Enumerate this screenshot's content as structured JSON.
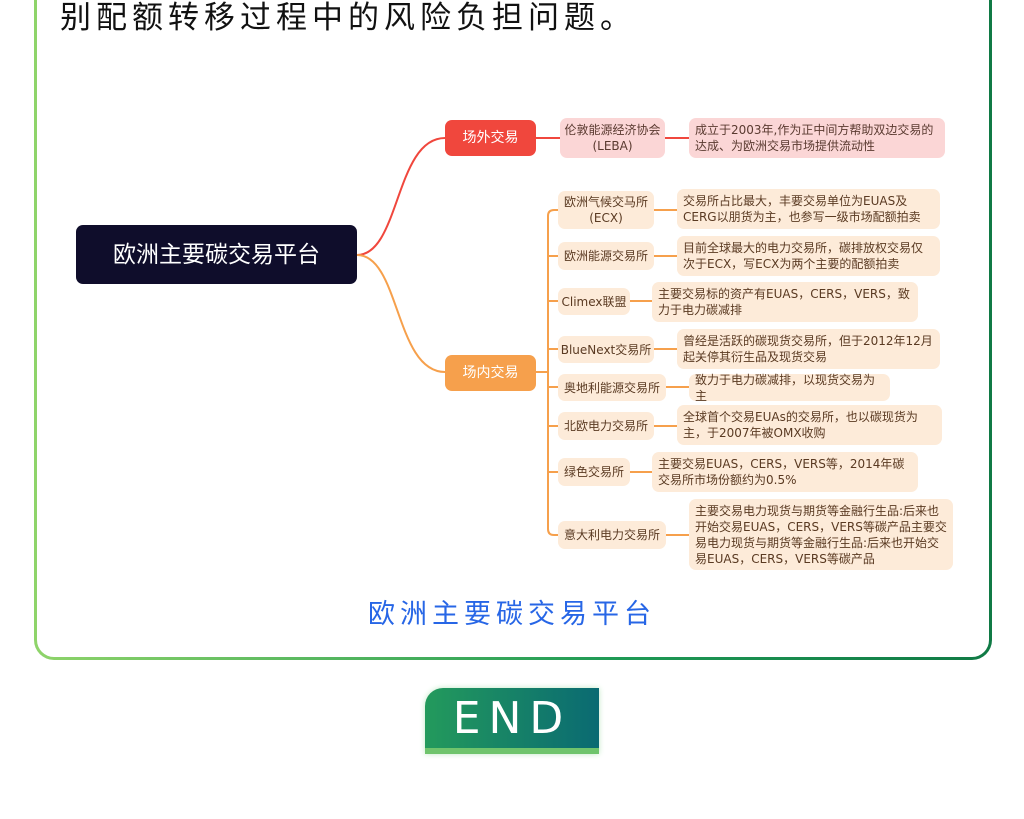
{
  "intro_text": "别配额转移过程中的风险负担问题。",
  "root": "欧洲主要碳交易平台",
  "otc": {
    "label": "场外交易",
    "items": [
      {
        "name": "伦敦能源经济协会\n(LEBA)",
        "desc": "成立于2003年,作为正中间方帮助双边交易的达成、为欧洲交易市场提供流动性"
      }
    ]
  },
  "exchange": {
    "label": "场内交易",
    "items": [
      {
        "name": "欧洲气候交马所\n(ECX)",
        "desc": "交易所占比最大，丰要交易单位为EUAS及CERG以朋货为主，也参写一级市场配额拍卖"
      },
      {
        "name": "欧洲能源交易所",
        "desc": "目前全球最大的电力交易所，碳排放权交易仅次于ECX，写ECX为两个主要的配额拍卖"
      },
      {
        "name": "Climex联盟",
        "desc": "主要交易标的资产有EUAS，CERS，VERS，致力于电力碳减排"
      },
      {
        "name": "BlueNext交易所",
        "desc": "曾经是活跃的碳现货交易所，但于2012年12月起关停其衍生品及现货交易"
      },
      {
        "name": "奥地利能源交易所",
        "desc": "致力于电力碳减排，以现货交易为主"
      },
      {
        "name": "北欧电力交易所",
        "desc": "全球首个交易EUAs的交易所，也以碳现货为主，于2007年被OMX收购"
      },
      {
        "name": "绿色交易所",
        "desc": "主要交易EUAS，CERS，VERS等，2014年碳交易所市场份额约为0.5%"
      },
      {
        "name": "意大利电力交易所",
        "desc": "主要交易电力现货与期货等金融行生品:后来也开始交易EUAS，CERS，VERS等碳产品主要交易电力现货与期货等金融行生品:后来也开始交易EUAS，CERS，VERS等碳产品"
      }
    ]
  },
  "caption": "欧洲主要碳交易平台",
  "end_label": "END",
  "colors": {
    "root": "#0f0d2b",
    "otc": "#f0473d",
    "exchange": "#f6a04c",
    "caption": "#2766e6"
  }
}
